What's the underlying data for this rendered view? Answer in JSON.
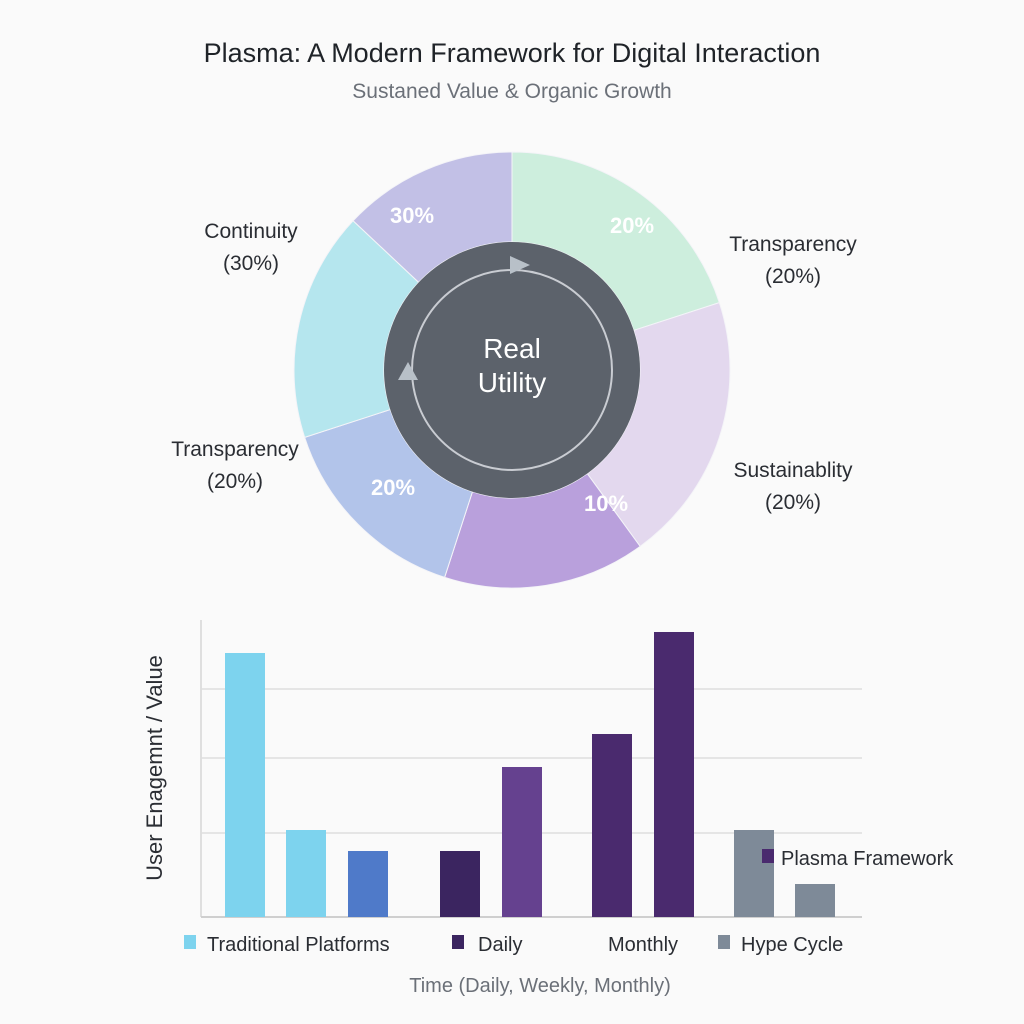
{
  "title": "Plasma: A Modern Framework for Digital Interaction",
  "subtitle": "Sustaned Value & Organic Growth",
  "chart_data": [
    {
      "type": "pie",
      "center_label": [
        "Real",
        "Utility"
      ],
      "slices": [
        {
          "pct_label": "20%",
          "value": 20,
          "color": "#cdeedd"
        },
        {
          "pct_label": "",
          "value": 20,
          "color": "#e3d8ee"
        },
        {
          "pct_label": "10%",
          "value": 15,
          "color": "#b9a0dc"
        },
        {
          "pct_label": "20%",
          "value": 15,
          "color": "#b2c4ea"
        },
        {
          "pct_label": "",
          "value": 17,
          "color": "#b5e6ee"
        },
        {
          "pct_label": "30%",
          "value": 13,
          "color": "#c2c0e6"
        }
      ],
      "outer_labels": [
        {
          "name": "Continuity",
          "pct": "(30%)"
        },
        {
          "name": "Transparency",
          "pct": "(20%)"
        },
        {
          "name": "Transparency",
          "pct": "(20%)"
        },
        {
          "name": "Sustainablity",
          "pct": "(20%)"
        }
      ]
    },
    {
      "type": "bar",
      "ylabel": "User Enagemnt / Value",
      "xlabel": "Time (Daily, Weekly, Monthly)",
      "ylim": [
        0,
        100
      ],
      "gridlines": [
        28,
        53,
        76
      ],
      "values": [
        88,
        29,
        22,
        22,
        50,
        61,
        95,
        29,
        11
      ],
      "colors": [
        "#7dd3ee",
        "#7dd3ee",
        "#4f7ac9",
        "#3b2560",
        "#65418f",
        "#4a2a6e",
        "#4a2a6e",
        "#7e8a98",
        "#7e8a98"
      ],
      "legend": [
        {
          "label": "Traditional Platforms",
          "color": "#7dd3ee"
        },
        {
          "label": "Daily",
          "color": "#3b2560"
        },
        {
          "label": "Monthly",
          "color": ""
        },
        {
          "label": "Hype Cycle",
          "color": "#7e8a98"
        },
        {
          "label": "Plasma Framework",
          "color": "#4a2a6e"
        }
      ]
    }
  ]
}
